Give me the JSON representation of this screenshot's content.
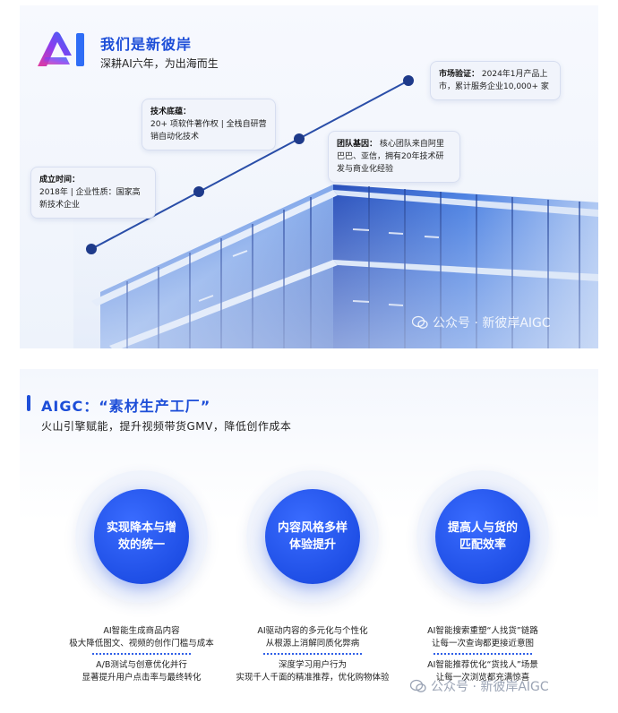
{
  "brand": {
    "title": "我们是新彼岸",
    "subtitle": "深耕AI六年，为出海而生",
    "accent_color": "#1d4ed8"
  },
  "timeline": [
    {
      "heading": "成立时间：",
      "text": "2018年 | 企业性质：国家高新技术企业"
    },
    {
      "heading": "技术底蕴：",
      "text": "20+ 项软件著作权 | 全栈自研营销自动化技术"
    },
    {
      "heading": "团队基因：",
      "text": "核心团队来自阿里巴巴、亚信，拥有20年技术研发与商业化经验"
    },
    {
      "heading": "市场验证：",
      "text": "2024年1月产品上市，累计服务企业10,000+ 家"
    }
  ],
  "watermark": "公众号 · 新彼岸AIGC",
  "aigc": {
    "title": "AIGC：“素材生产工厂”",
    "subtitle": "火山引擎赋能，提升视频带货GMV，降低创作成本"
  },
  "pillars": [
    {
      "circle_label": "实现降本与增效的统一",
      "desc_a1": "AI智能生成商品内容",
      "desc_a2": "极大降低图文、视频的创作门槛与成本",
      "desc_b1": "A/B测试与创意优化并行",
      "desc_b2": "显著提升用户点击率与最终转化"
    },
    {
      "circle_label": "内容风格多样体验提升",
      "desc_a1": "AI驱动内容的多元化与个性化",
      "desc_a2": "从根源上消解同质化弊病",
      "desc_b1": "深度学习用户行为",
      "desc_b2": "实现千人千面的精准推荐，优化购物体验"
    },
    {
      "circle_label": "提高人与货的匹配效率",
      "desc_a1": "AI智能搜索重塑“人找货”链路",
      "desc_a2": "让每一次查询都更接近意图",
      "desc_b1": "AI智能推荐优化“货找人”场景",
      "desc_b2": "让每一次浏览都充满惊喜"
    }
  ]
}
